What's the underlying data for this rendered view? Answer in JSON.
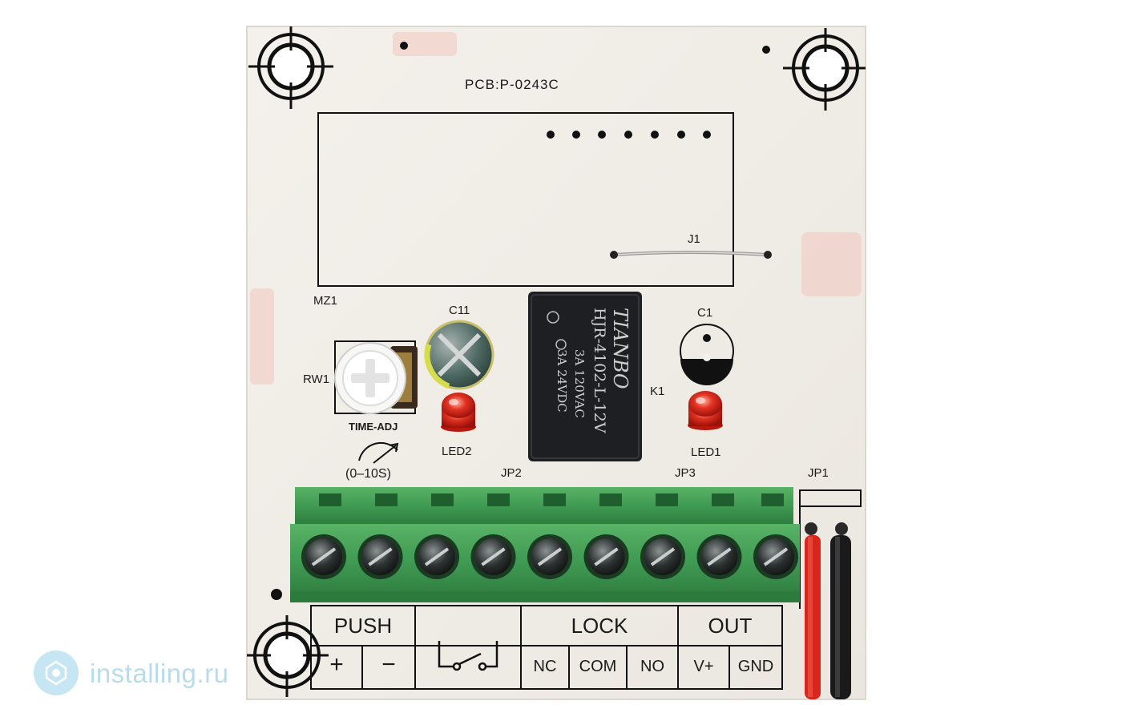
{
  "board": {
    "pcb_label": "PCB:P-0243C",
    "labels": {
      "mz1": "MZ1",
      "j1": "J1",
      "c11": "C11",
      "c1": "C1",
      "rw1": "RW1",
      "k1": "K1",
      "led2": "LED2",
      "led1": "LED1",
      "time_adj": "TIME-ADJ",
      "time_range": "(0–10S)",
      "jp2": "JP2",
      "jp3": "JP3",
      "jp1": "JP1"
    },
    "relay": {
      "brand": "TIANBO",
      "model": "HJR-4102-L-12V",
      "rating_ac": "3A 120VAC",
      "rating_dc": "3A 24VDC"
    },
    "terminal_table": {
      "groups": {
        "push": "PUSH",
        "lock": "LOCK",
        "out": "OUT"
      },
      "cells": {
        "plus": "+",
        "minus": "−",
        "nc": "NC",
        "com": "COM",
        "no": "NO",
        "v_plus": "V+",
        "gnd": "GND"
      }
    },
    "terminal_count": 9,
    "wires": [
      "red",
      "black"
    ]
  },
  "watermark": {
    "text": "installing.ru",
    "color": "#b9dcea"
  },
  "colors": {
    "board": "#f2efe9",
    "terminal_green": "#3f9a52",
    "relay_body": "#1e1f22",
    "led": "#e0281c",
    "wire_red": "#d8261c",
    "wire_black": "#1a1a1a"
  }
}
